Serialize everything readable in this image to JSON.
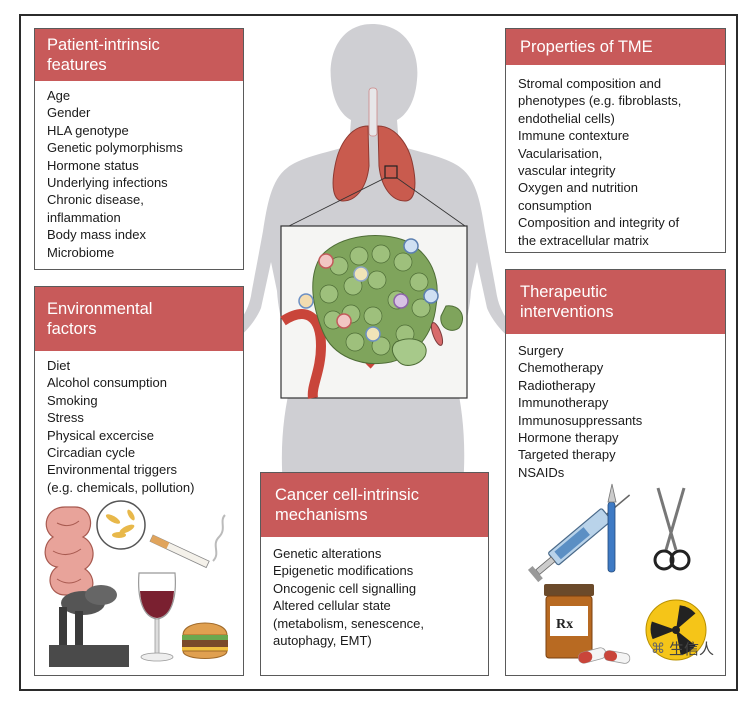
{
  "panels": {
    "patient": {
      "title_lines": [
        "Patient-intrinsic",
        "features"
      ],
      "items": [
        "Age",
        "Gender",
        "HLA genotype",
        "Genetic polymorphisms",
        "Hormone status",
        "Underlying infections",
        "Chronic disease,",
        "inflammation",
        "Body mass index",
        "Microbiome"
      ]
    },
    "environment": {
      "title_lines": [
        "Environmental",
        "factors"
      ],
      "items": [
        "Diet",
        "Alcohol consumption",
        "Smoking",
        "Stress",
        "Physical excercise",
        "Circadian cycle",
        "Environmental triggers",
        "(e.g. chemicals, pollution)"
      ]
    },
    "tme": {
      "title_lines": [
        "Properties of TME"
      ],
      "items": [
        "Stromal composition and",
        "phenotypes (e.g. fibroblasts,",
        "endothelial cells)",
        "Immune contexture",
        "Vacularisation,",
        "vascular integrity",
        "Oxygen and nutrition",
        "consumption",
        "Composition and integrity of",
        "the extracellular matrix"
      ]
    },
    "therapeutic": {
      "title_lines": [
        "Therapeutic",
        "interventions"
      ],
      "items": [
        "Surgery",
        "Chemotherapy",
        "Radiotherapy",
        "Immunotherapy",
        "Immunosuppressants",
        "Hormone therapy",
        "Targeted therapy",
        "NSAIDs"
      ]
    },
    "cancer": {
      "title_lines": [
        "Cancer cell-intrinsic",
        "mechanisms"
      ],
      "items": [
        "Genetic alterations",
        "Epigenetic modifications",
        "Oncogenic cell signalling",
        "Altered cellular state",
        "(metabolism, senescence,",
        "autophagy, EMT)"
      ]
    }
  },
  "rx_label": "Rx",
  "watermark": "生信人",
  "colors": {
    "header": "#c85a5a",
    "body": "#cfcfd3",
    "lung": "#c95b4e",
    "tumour": "#7fa45c",
    "vessel": "#c9453a"
  }
}
